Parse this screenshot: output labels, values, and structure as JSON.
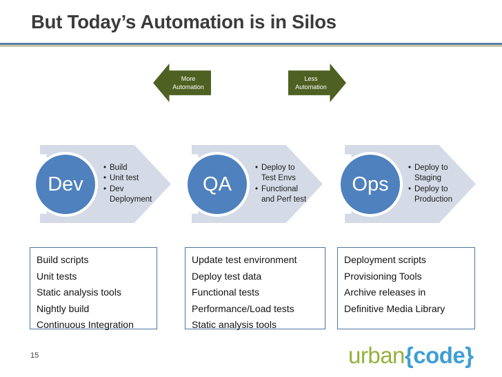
{
  "slide": {
    "title": "But Today’s Automation is in Silos",
    "page_number": "15"
  },
  "automation_arrows": [
    {
      "name": "more",
      "line1": "More",
      "line2": "Automation",
      "direction": "left",
      "color": "#4F6122"
    },
    {
      "name": "less",
      "line1": "Less",
      "line2": "Automation",
      "direction": "right",
      "color": "#4F6122"
    }
  ],
  "stages": [
    {
      "key": "dev",
      "label": "Dev",
      "bullets": [
        "Build",
        "Unit test",
        "Dev\nDeployment"
      ]
    },
    {
      "key": "qa",
      "label": "QA",
      "bullets": [
        "Deploy to\nTest Envs",
        "Functional\nand Perf test"
      ]
    },
    {
      "key": "ops",
      "label": "Ops",
      "bullets": [
        "Deploy to\nStaging",
        "Deploy to\nProduction"
      ]
    }
  ],
  "detail_boxes": [
    {
      "key": "dev",
      "lines": [
        "Build scripts",
        "Unit tests",
        "Static analysis tools",
        "Nightly build",
        "Continuous Integration"
      ]
    },
    {
      "key": "qa",
      "lines": [
        "Update test environment",
        "Deploy test data",
        "Functional tests",
        "Performance/Load tests",
        "Static analysis tools"
      ]
    },
    {
      "key": "ops",
      "lines": [
        "Deployment scripts",
        "Provisioning Tools",
        "Archive releases in",
        "Definitive Media Library"
      ]
    }
  ],
  "logo": {
    "part1": "urban",
    "part2": "{code}",
    "color1": "#94B23C",
    "color2": "#3F9ED4"
  },
  "colors": {
    "title_text": "#3B3B3B",
    "rule_blue": "#5B7FA6",
    "rule_olive": "#C9C8A6",
    "chevron_fill": "#D4DBE7",
    "circle_fill": "#4E81BD",
    "box_border": "#4877A0",
    "green_arrow": "#4F6122"
  }
}
